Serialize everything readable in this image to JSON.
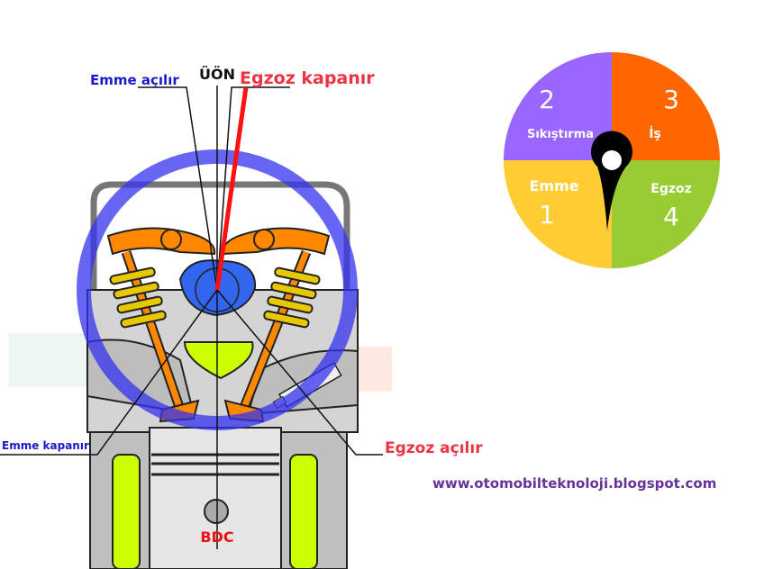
{
  "labels": {
    "tdc": "ÜÖN",
    "intake_open": "Emme açılır",
    "exhaust_close": "Egzoz kapanır",
    "intake_close": "Emme kapanır",
    "exhaust_open": "Egzoz açılır",
    "bdc": "BDC",
    "website": "www.otomobilteknoloji.blogspot.com"
  },
  "cycle_wheel": {
    "segments": [
      {
        "number": "1",
        "name": "Emme",
        "color": "#ffcc33"
      },
      {
        "number": "2",
        "name": "Sıkıştırma",
        "color": "#9966ff"
      },
      {
        "number": "3",
        "name": "İş",
        "color": "#ff6600"
      },
      {
        "number": "4",
        "name": "Egzoz",
        "color": "#99cc33"
      }
    ]
  },
  "colors": {
    "intake": "#1a1acc",
    "exhaust": "#ee3344",
    "ring": "#3333ee",
    "website": "#663399"
  }
}
